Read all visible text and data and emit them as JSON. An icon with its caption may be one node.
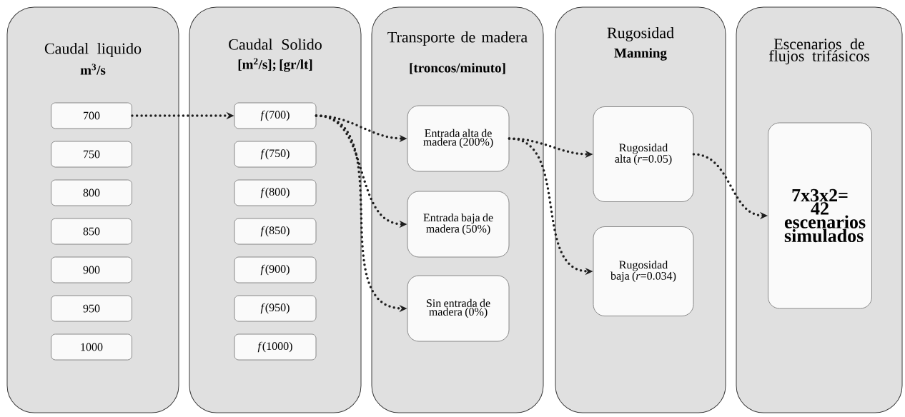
{
  "diagram": {
    "nodes": [
      {
        "text": [
          "Caudal liquido",
          "m$^{3}$/s"
        ]
      },
      {
        "text": [
          "700"
        ],
        "in": 0
      },
      {
        "text": [
          "750"
        ],
        "in": 0
      },
      {
        "text": [
          "800"
        ],
        "in": 0
      },
      {
        "text": [
          "850"
        ],
        "in": 0
      },
      {
        "text": [
          "900"
        ],
        "in": 0
      },
      {
        "text": [
          "950"
        ],
        "in": 0
      },
      {
        "text": [
          "1000"
        ],
        "in": 0
      },
      {
        "text": [
          "Caudal Solido",
          "[m$^{2}$/s]; [gr/lt]"
        ]
      },
      {
        "text": [
          "*f*(700)"
        ],
        "in": 8
      },
      {
        "text": [
          "*f*(750)"
        ],
        "in": 8
      },
      {
        "text": [
          "*f*(800)"
        ],
        "in": 8
      },
      {
        "text": [
          "*f*(850)"
        ],
        "in": 8
      },
      {
        "text": [
          "*f*(900)"
        ],
        "in": 8
      },
      {
        "text": [
          "*f*(950)"
        ],
        "in": 8
      },
      {
        "text": [
          "*f*(1000)"
        ],
        "in": 8
      },
      {
        "text": [
          "Transporte de madera",
          "[troncos/minuto]"
        ]
      },
      {
        "text": [
          "Entrada alta de madera (200%)"
        ],
        "in": 16
      },
      {
        "text": [
          "Entrada baja de madera (50%)"
        ],
        "in": 16
      },
      {
        "text": [
          "Sin entrada de madera (0%)"
        ],
        "in": 16
      },
      {
        "text": [
          "Rugosidad",
          "Manning"
        ]
      },
      {
        "text": [
          "Rugosidad alta (*r*=0.05)"
        ],
        "in": 20
      },
      {
        "text": [
          "Rugosidad baja (*r*=0.034)"
        ],
        "in": 20
      },
      {
        "text": [
          "Escenarios de flujos trifásicos"
        ]
      },
      {
        "text": [
          "7x3x2= 42 escenarios simulados"
        ],
        "in": 23
      }
    ],
    "edges": [
      {
        "from": 1,
        "to": 9,
        "arrow": "to"
      },
      {
        "from": 9,
        "to": 17,
        "arrow": "to"
      },
      {
        "from": 9,
        "to": 18,
        "arrow": "to"
      },
      {
        "from": 9,
        "to": 19,
        "arrow": "to"
      },
      {
        "from": 17,
        "to": 21,
        "arrow": "to"
      },
      {
        "from": 17,
        "to": 22,
        "arrow": "to"
      },
      {
        "from": 21,
        "to": 24,
        "arrow": "to"
      }
    ]
  }
}
